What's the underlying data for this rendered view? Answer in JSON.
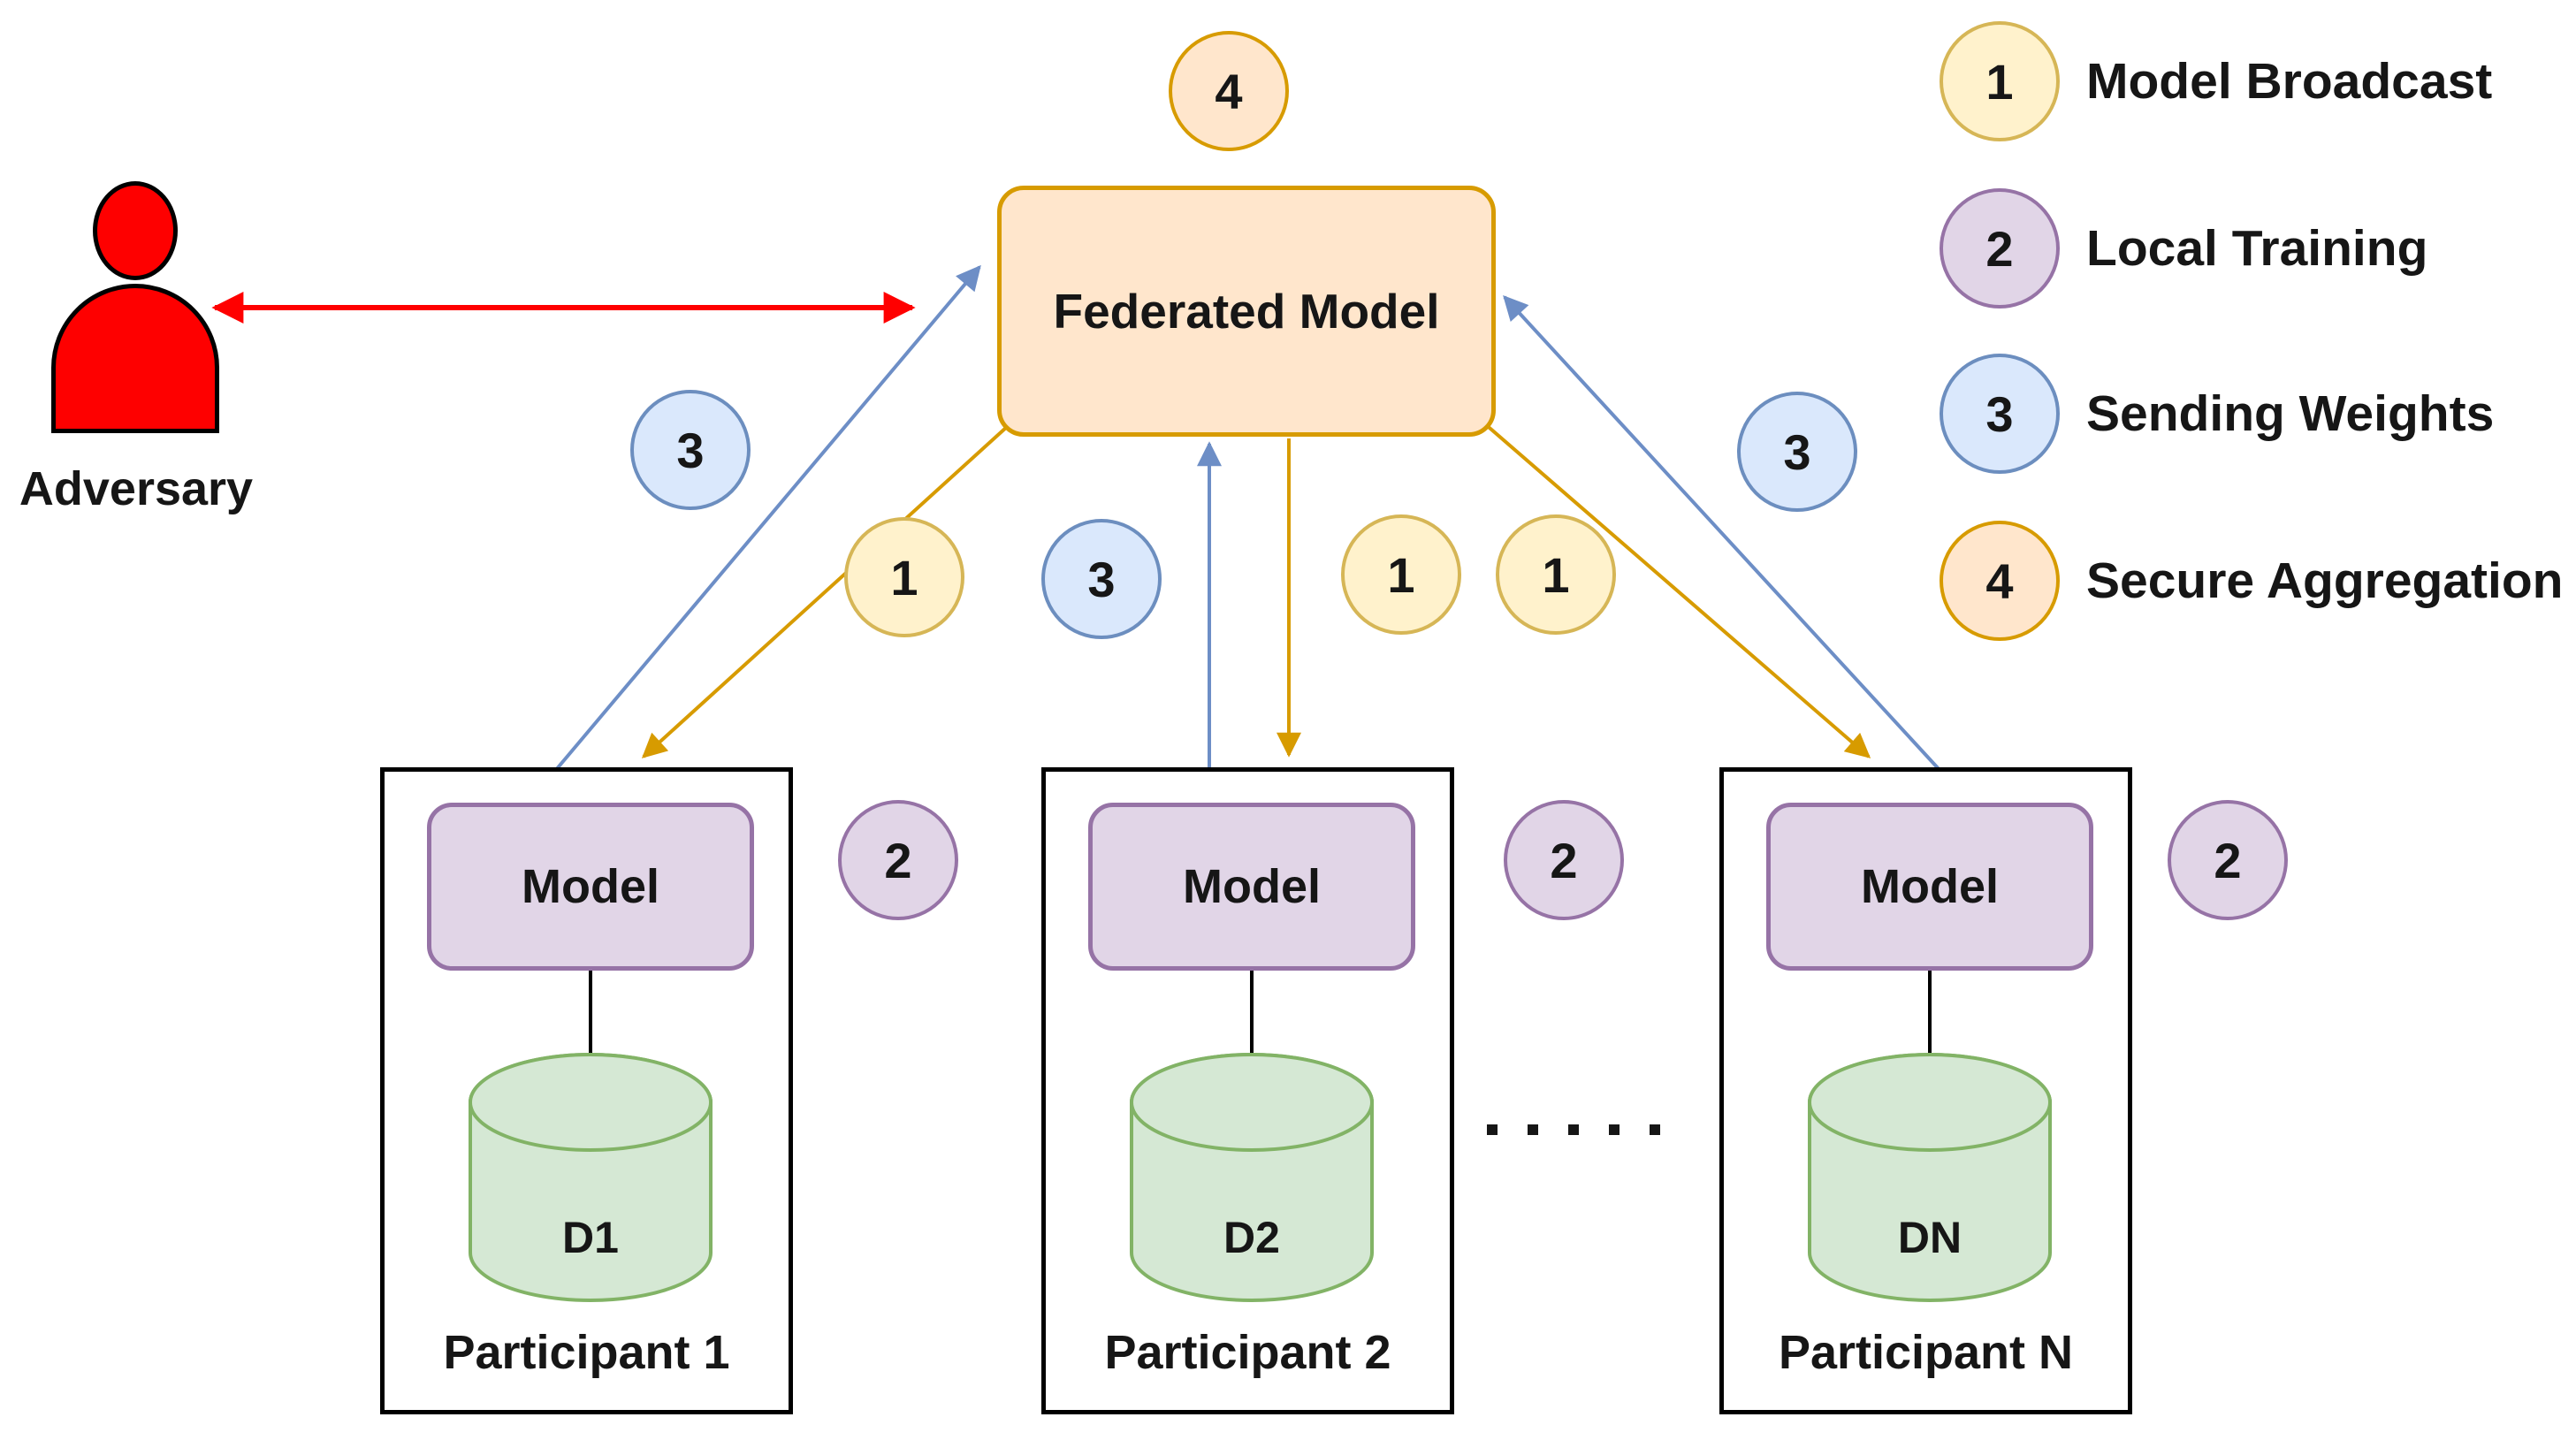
{
  "colors": {
    "background": "#ffffff",
    "text": "#161616",
    "adversary_fill": "#fe0000",
    "outline": "#000000",
    "attack_arrow": "#ff0000",
    "arrow_weights": "#6d8ec6",
    "arrow_broadcast": "#d79b00",
    "broadcast_fill": "#fff2cc",
    "broadcast_stroke": "#d6b656",
    "training_fill": "#e1d5e7",
    "training_stroke": "#9673a6",
    "weights_fill": "#dae8fc",
    "weights_stroke": "#6c8ebf",
    "aggregation_fill": "#ffe6cc",
    "aggregation_stroke": "#d79b00",
    "data_fill": "#d5e8d4",
    "data_stroke": "#82b366"
  },
  "adversary": {
    "label": "Adversary"
  },
  "federated_model": {
    "label": "Federated Model"
  },
  "step_badges": {
    "aggregation": "4",
    "weights_p1": "3",
    "broadcast_p1": "1",
    "weights_p2": "3",
    "broadcast_center_a": "1",
    "broadcast_center_b": "1",
    "weights_pn": "3",
    "training_p1": "2",
    "training_p2": "2",
    "training_pn": "2"
  },
  "participants": [
    {
      "name": "Participant 1",
      "model_label": "Model",
      "dataset_label": "D1"
    },
    {
      "name": "Participant 2",
      "model_label": "Model",
      "dataset_label": "D2"
    },
    {
      "name": "Participant N",
      "model_label": "Model",
      "dataset_label": "DN"
    }
  ],
  "legend": [
    {
      "num": "1",
      "label": "Model Broadcast"
    },
    {
      "num": "2",
      "label": "Local Training"
    },
    {
      "num": "3",
      "label": "Sending Weights"
    },
    {
      "num": "4",
      "label": "Secure Aggregation"
    }
  ]
}
